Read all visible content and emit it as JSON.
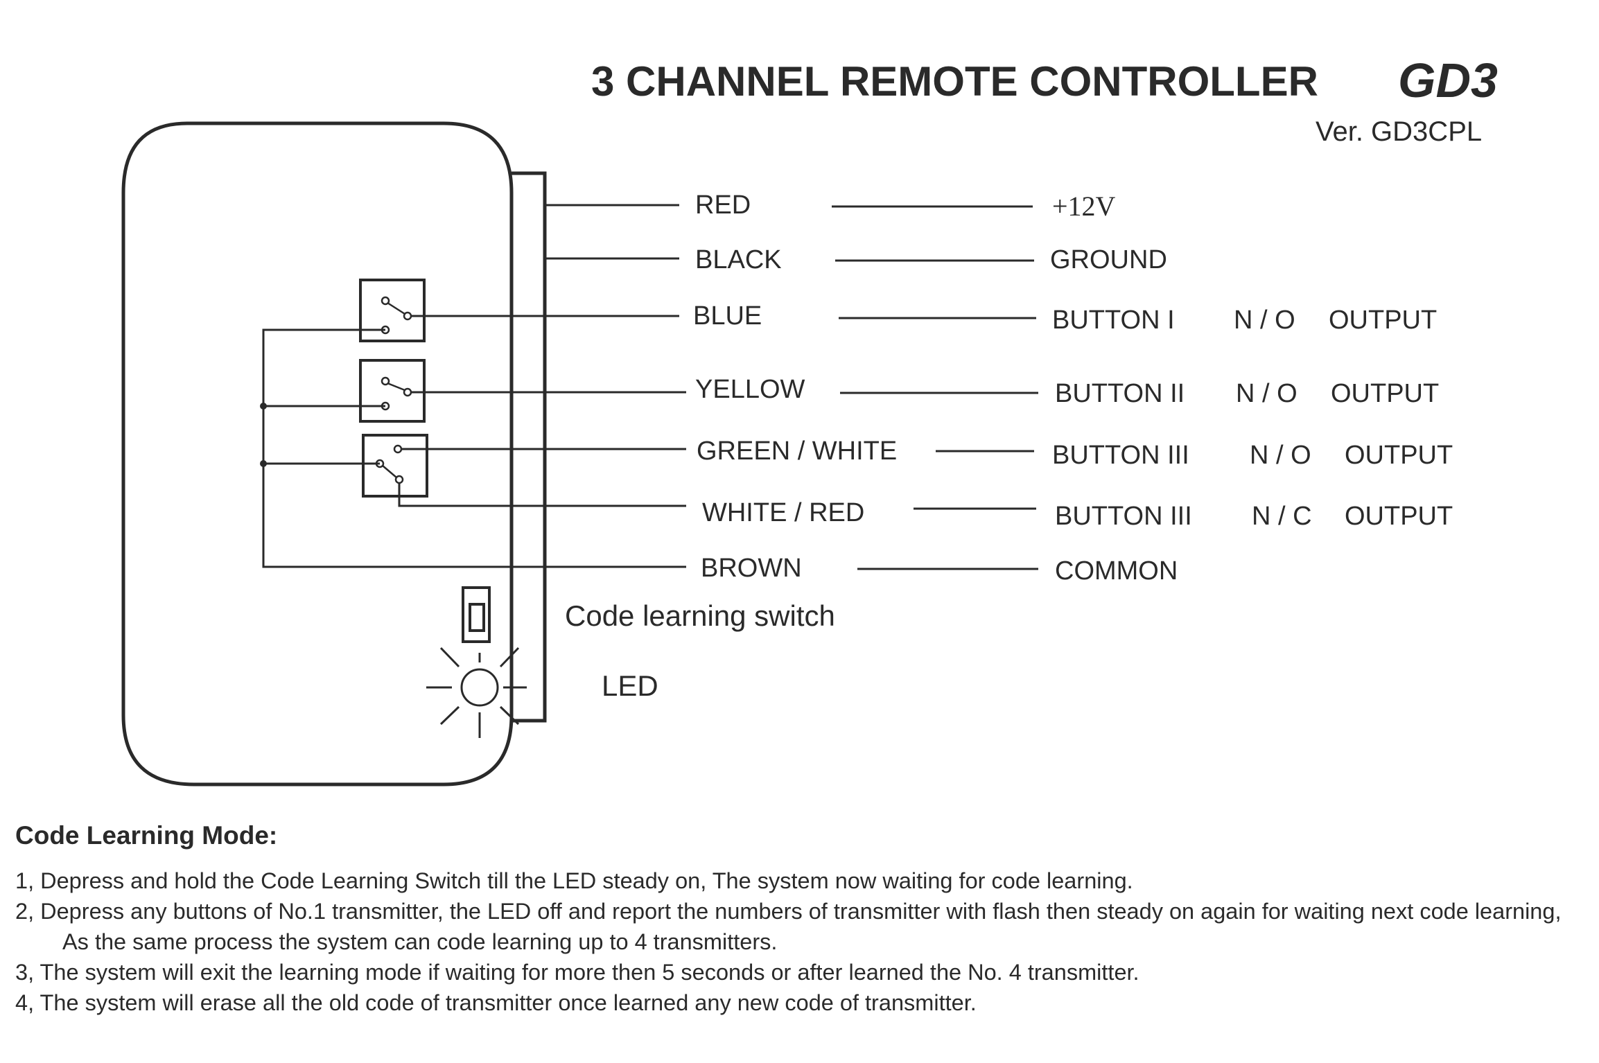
{
  "header": {
    "title": "3 CHANNEL REMOTE CONTROLLER",
    "model": "GD3",
    "version": "Ver. GD3CPL"
  },
  "wires": [
    {
      "color": "RED",
      "function": "+12V"
    },
    {
      "color": "BLACK",
      "function": "GROUND"
    },
    {
      "color": "BLUE",
      "function": "BUTTON I",
      "contact": "N / O",
      "output": "OUTPUT"
    },
    {
      "color": "YELLOW",
      "function": "BUTTON II",
      "contact": "N / O",
      "output": "OUTPUT"
    },
    {
      "color": "GREEN / WHITE",
      "function": "BUTTON III",
      "contact": "N / O",
      "output": "OUTPUT"
    },
    {
      "color": "WHITE / RED",
      "function": "BUTTON III",
      "contact": "N / C",
      "output": "OUTPUT"
    },
    {
      "color": "BROWN",
      "function": "COMMON"
    }
  ],
  "labels": {
    "code_switch": "Code learning switch",
    "led": "LED"
  },
  "notes": {
    "heading": "Code Learning Mode:",
    "items": [
      "1, Depress and hold the Code Learning Switch till the LED steady on, The system now waiting for code learning.",
      "2, Depress any buttons of No.1 transmitter, the LED off and report the numbers of transmitter with flash then steady on again for waiting next code learning, As the same process the system can code learning up to 4 transmitters.",
      "3, The system will exit the learning mode if waiting for more then 5 seconds or after learned the No. 4 transmitter.",
      "4, The system will erase all the old code of transmitter once learned any new code of transmitter."
    ]
  },
  "colors": {
    "ink": "#2a2a2a",
    "paper": "#ffffff"
  }
}
